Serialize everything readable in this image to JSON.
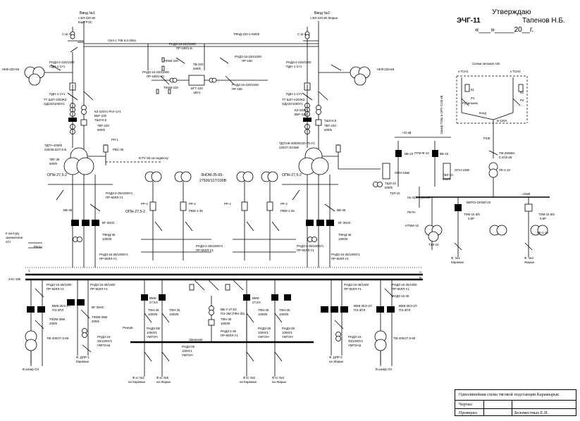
{
  "approval": {
    "title": "Утверждаю",
    "code": "ЭЧГ-11",
    "approver": "Тапенов Н.Б.",
    "date_line": "«___»_____20__г."
  },
  "stamp": {
    "caption": "Однолинейная схема тяговой подстанции Каражырык",
    "drew_label": "Чертил",
    "checked_label": "Проверил",
    "checker": "Беломестных Е.Н."
  },
  "inputs": {
    "left_title": "Ввод №1",
    "left_sub1": "с ВЛ-220 кВ",
    "left_sub2": "Кар'ГРЭС",
    "right_title": "Ввод №2",
    "right_sub1": "с ВЛ-220 кВ Жарык"
  },
  "hv_labels": {
    "cb_left": "С Ш А",
    "cb_right": "С Ш А",
    "meter": "СИ4-1 70Б 5,0,0064",
    "rndz_1": "РНДЗ-16-220/1000",
    "pr_1": "ПР-180/1-Б",
    "tfnd": "ТФНД-220-1-600/5",
    "rndz_2": "РНДЗ-16-220/1000",
    "pr_2": "ПР-180",
    "rndz_3": "РНДЗ-16-220/1000",
    "pr_3": "ПР-180",
    "rndz_4": "РНДЗ-16-220/1000",
    "pr_4": "ПР-180/2-У1",
    "tfzm_1": "ТФЗМ-220",
    "tfzm_2": "ТФЗМ-220",
    "tb_220": "ТВ-220",
    "tb_ratio": "600/5",
    "vgt": "ВГТ-220",
    "vgt_sub": "1ВУ1",
    "nkf_left": "НКФ-220-58",
    "nkf_right": "НКФ-220-58",
    "rndz_l": "РНДЗ-2-220/1000",
    "pdn_l": "ПДН-1-1У1",
    "pdn_l2": "ПДН-1-1У1",
    "rndz_r": "РНДЗ-2-220/1000",
    "pdn_r": "ПДН-1-1У1",
    "pdn_r2": "ПДН-1-1У1",
    "tt_l": "ТТ ШЗ7-220/ЖЗ",
    "od_l": "ОД220/1000У1",
    "tt_r": "ТТ ШЗ7-220/ЖЗ",
    "od_r": "ОД220/1000У1",
    "k3_l": "КЗ-220У1 РАУ-1У1",
    "vm_l": "ВМ*-220",
    "k3_r": "КЗ-220У1",
    "vm_r": "ВМ*-220"
  },
  "transformers": {
    "tdtn_left": "ТДТН-40000",
    "tdtn_left_v": "220/38,5/27,5-Б",
    "tdtn_right": "ТДТНЖ-40000/220-70-У1",
    "tdtn_right_v": "220/27,5/10кВ",
    "tvt_l": "ТВТ-220",
    "tvt_l2": "600/5",
    "tvt_r": "ТВТ-220",
    "tvt_r2": "600/5",
    "rvs": "РВС-35",
    "rp1": "РП-1",
    "tsh_l": "ТШЛ-0,5",
    "tsh_r": "ТШЛ-0,5",
    "tvt_l3": "ТВТ-35",
    "tvt_l4": "600/5",
    "to_dist": "В РУ-35 на подвеску",
    "opn_l": "ОПН-27,5-2",
    "opn_r": "ОПН-27,5-2",
    "znom": "ЗНОМ-35-65-",
    "znom_v": "27500/127/100В",
    "rp2": "РР-2",
    "opn_mid": "ОПН-27,5-2",
    "rp2b": "РР-2",
    "rvm": "РВМ-1-35",
    "rp2c": "РР-2",
    "rvm2": "РВМ-1-35",
    "rp2d": "РР-2"
  },
  "feeder_labels": {
    "rndz_f1": "РНДЗ-2-35/1000У1",
    "pr_f1": "ПР-90ЛЛ-У1",
    "vv35_l": "ВВ-35",
    "vv35_r": "ВВ-35",
    "vvb_l": "ВГ-35НС",
    "vvb_r": "ВГ-35НС",
    "tfnd_l": "ТФНД-35",
    "tfnd_l2": "1000/5",
    "tfnd_r": "ТФНД-35",
    "tfnd_r2": "1000/5",
    "rndz_f2": "РНДЗ-16-35/1000У1",
    "pr_f2": "ПР-90ЛЛ-У1",
    "rndz_f3": "РНДЗ-2-35/1000У1",
    "pr_f3": "ПР-90ЛЛ-У1",
    "rndz_f4": "РНДЗ-2-35/1000У1",
    "pr_f4": "ПР-90ЛЛ-У1",
    "rndz_f5": "РНДЗ-16-35/1000У1",
    "pr_f5": "ПР-90ЛЛ-У1",
    "ground": "К контуру",
    "ground2": "заземления",
    "ground3": "п/ст",
    "rail": "Рельс"
  },
  "bus_labels": {
    "bus_a": "2АС-185",
    "bus_letter_a": "А",
    "bus_letter_b": "В",
    "bus_l": "1"
  },
  "lower_labels": {
    "rndz_b1": "РНДЗ-16-35/1000",
    "pr_b1": "ПР-90ЛЛ-У1",
    "rndz_b2": "РНДЗ-16-35/1000",
    "pr_b2": "ПР-90ЛЛ-У1",
    "vmk_l": "ВМК-35Э-1П",
    "vmk_l2": "ПЭ-3ПЛ",
    "vg35": "ВГ-35НС",
    "tfzm_l": "ТФЗМ-35М",
    "tfzm_l2": "200/5",
    "tfzm_r": "ТФЗМ-35М",
    "tfzm_r2": "200/5",
    "tm_l": "ТМ-400/27,5-69",
    "tm_r": "ТМ-400/27,5-69",
    "rndz_b3": "РНДЗ-16-",
    "rndz_b3b": "35/1000У1",
    "rndz_b3c": "УМПЭ-Ш",
    "to_sn_l": "В шкаф СН",
    "to_sn_r": "В шкаф СН",
    "dpr_l": "Ф. ДПР-1",
    "dpr_l2": "Каражык",
    "dpr_r": "Ф. ДПР-2",
    "dpr_r2": "на Жарык",
    "vmk_a": "ВМК-",
    "vmk_a2": "27,5Э",
    "tfn_a": "ТФН-35",
    "tfn_a2": "1000/5",
    "tfn_b": "ТФН-35",
    "tfn_b2": "1000/5",
    "reserve": "Резерв",
    "zapas": "Запасная",
    "vv_mid": "ВВ-У-27,53",
    "vv_mid2": "ПЭ-ЭМ (ТФН-35)",
    "tfn_mid": "ТФН-35",
    "tfn_mid2": "1000/5",
    "rndz_c1": "РНДЗ-2-35",
    "rndz_c2": "ПР-90ЛЛ-У1",
    "rndz_m1": "РНДЗ-35/",
    "rndz_m2": "1000У1",
    "rndz_m3": "УМПЭЧ",
    "rndz_m4": "РНДЗ-35",
    "rndz_m5": "1000У1",
    "rndz_m6": "УМПЭЧ",
    "rndz_m7": "РНДЗ-35",
    "rndz_m8": "1000У1",
    "rndz_m9": "УМПЭЧ",
    "rndz_m10": "РНДЗ-35",
    "rndz_m11": "1000У1",
    "rndz_m12": "УМПЭЧ",
    "fks1": "Ф.кс №1",
    "fks1b": "на Каражык",
    "fks5": "Ф.кс №5",
    "fks5b": "на Жарык",
    "fks2": "Ф.кс №2",
    "fks2b": "на Каражык",
    "fks4": "Ф.кс №4",
    "fks4b": "на Жарык",
    "vmk_b": "ВМК-",
    "vmk_b2": "27,5Э",
    "tfn_c": "ТФН-35",
    "tfn_c2": "1000/5",
    "tfn_d": "ТФН-35",
    "tfn_d2": "1000/5",
    "vmk_r": "ВМК-35Э-1П",
    "vmk_r2": "ПЭ-3ПЛ",
    "rndz_d1": "РНДЗ-16-35/1000",
    "pr_d1": "ПР-90ЛЛ-У1",
    "rndz_d2": "РНДЗ-16-35/1000",
    "pr_d2": "ПР-90ЛЛ-У1",
    "rndz_d3": "РНДЗ-16-",
    "rndz_d3b": "35/1000У1",
    "rndz_d3c": "УМПЭ-Ш",
    "rndz_e1": "РНДЗ-16-35",
    "vmk_e": "ВМК-35Э-1П",
    "vmk_e2": "ПЭ-3ПЛ"
  },
  "aux": {
    "scheme_title": "Схема питания А/Б",
    "tsn1": "к ТСН1",
    "tsn2": "к ТСН2",
    "k1": "К1",
    "k2": "К2",
    "p1": "Р1",
    "p2": "Р2",
    "rubil": "Рубильник",
    "coil": "Конд",
    "relay": "Б-125А",
    "cabinet": "Шкаф ПЭШ и ОРУ-ССВ кВ",
    "p3j": "Р3Ж",
    "tm_aux": "ТМ-250кВА",
    "tm_aux2": "0,4/10 кВ",
    "pk": "ПК-1-10",
    "kv10": "~10 кВ",
    "vb10_l": "ВБ-10",
    "vb10_r": "ВБ-10",
    "ptm_l": "ПТМ-Ф-10",
    "opn10": "ОПН-10кВ",
    "opn10_r": "ОПН-10кВ",
    "tsh10": "ТШЛ-10",
    "tsh10_2": "600/5",
    "tvl10": "ТВЛ-10",
    "tvl10_2": "800/5",
    "na_reserve": "На п/резервный",
    "tzl": "ТЗЛ-10",
    "tzl2": "ТЗЛ-10",
    "pkt": "ПКТН",
    "ntmi": "НТМИ-10",
    "vmp": "ВМПЭ-10/630-20",
    "tlm_l": "ТЛМ-10 5/5",
    "tlm_l2": "0,5Р",
    "tlm_r": "ТЛМ-10 5/5",
    "tlm_r2": "0,5Р",
    "kv10_b": "~10кВ",
    "f1": "Ф. №1",
    "f1b": "Каражык",
    "f2": "Ф. №2",
    "f2b": "Жарык",
    "pkk": "ПК-1-10"
  }
}
